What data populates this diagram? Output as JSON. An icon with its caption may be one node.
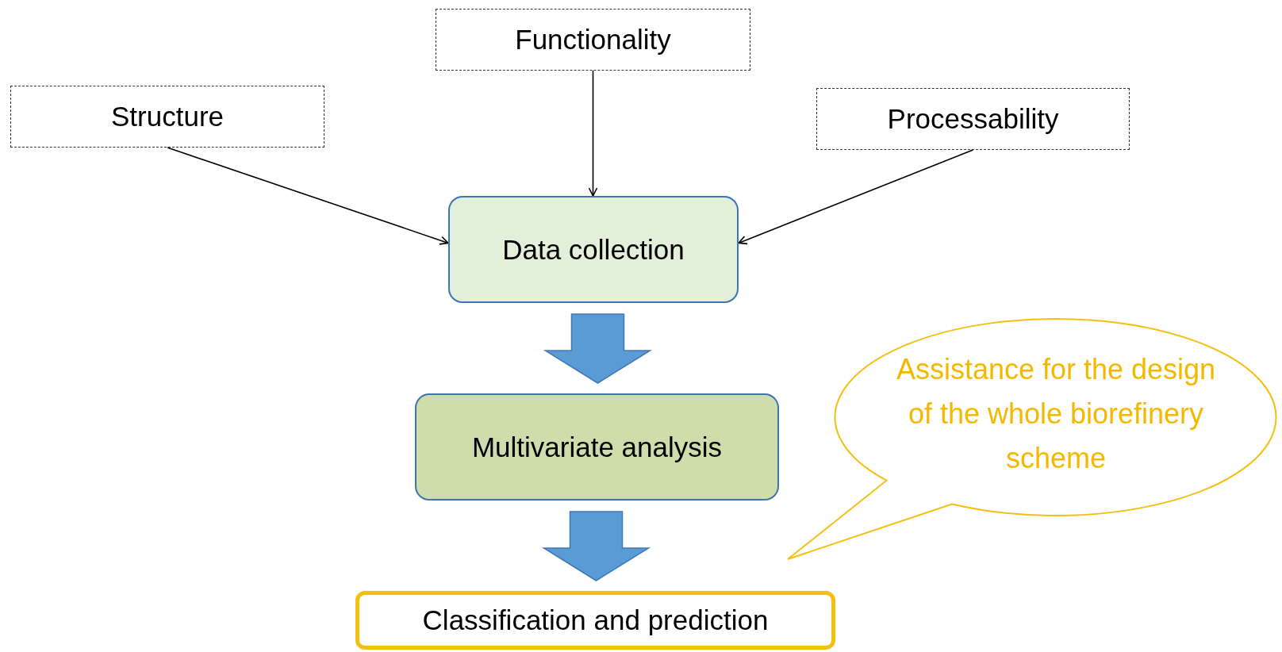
{
  "diagram": {
    "nodes": [
      {
        "text": [
          "Functionality"
        ]
      },
      {
        "text": [
          "Structure"
        ]
      },
      {
        "text": [
          "Processability"
        ]
      },
      {
        "text": [
          "Data collection"
        ]
      },
      {
        "text": [
          "Multivariate analysis"
        ]
      },
      {
        "text": [
          "Classification and prediction"
        ]
      },
      {
        "text": [
          "Assistance for the design of the whole biorefinery scheme"
        ]
      }
    ],
    "edges": [
      {
        "from": 1,
        "to": 3,
        "arrow": "to"
      },
      {
        "from": 0,
        "to": 3,
        "arrow": "to"
      },
      {
        "from": 2,
        "to": 3,
        "arrow": "to"
      },
      {
        "from": 3,
        "to": 4,
        "arrow": "to",
        "style": "thick",
        "color": "#5b9bd5"
      },
      {
        "from": 4,
        "to": 5,
        "arrow": "to",
        "style": "thick",
        "color": "#5b9bd5"
      }
    ]
  }
}
